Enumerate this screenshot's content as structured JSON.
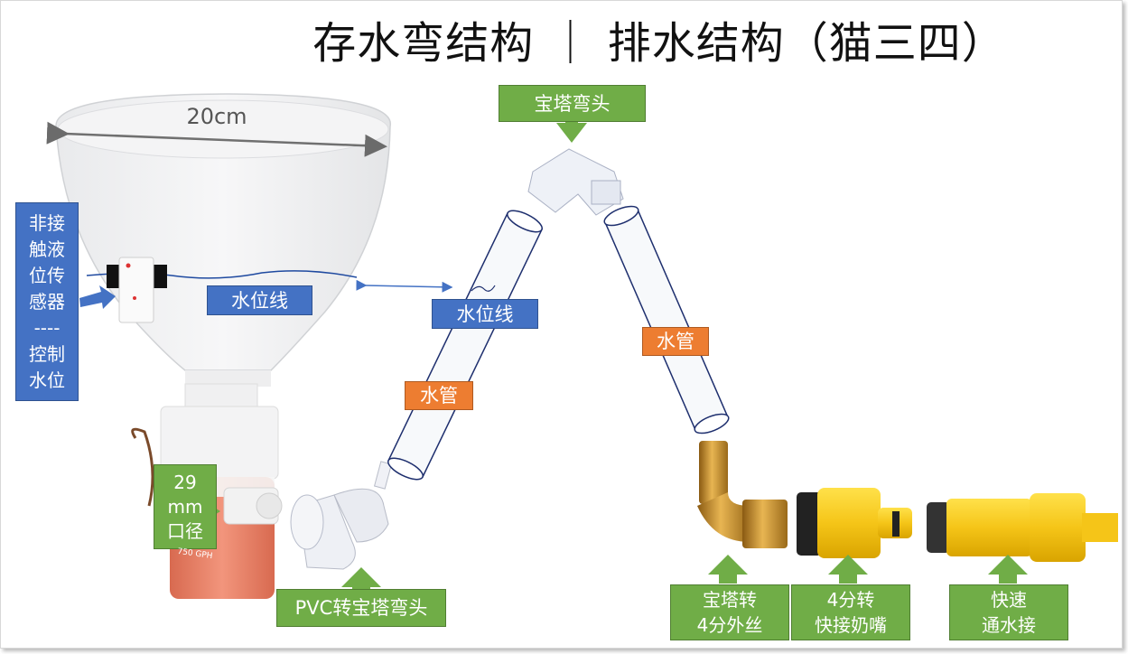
{
  "title": "存水弯结构 ｜ 排水结构（猫三四）",
  "funnel": {
    "diameter_label": "20cm"
  },
  "sensor_label": "非接\n触液\n位传\n感器\n----\n控制\n水位",
  "water_line_funnel": "水位线",
  "water_line_pipe": "水位线",
  "pipe_left": "水管",
  "pipe_right": "水管",
  "elbow_top": "宝塔弯头",
  "pump_outlet": "29\nmm\n口径",
  "pvc_adapter": "PVC转宝塔弯头",
  "brass_adapter": "宝塔转\n4分外丝",
  "quick_nipple": "4分转\n快接奶嘴",
  "quick_connector": "快速\n通水接",
  "pump_text": "750 GPH",
  "colors": {
    "blue": "#4472c4",
    "green": "#70ad47",
    "orange": "#ed7d31",
    "brass": "#c8932e",
    "yellow": "#f5c518",
    "pump": "#e8846a"
  }
}
